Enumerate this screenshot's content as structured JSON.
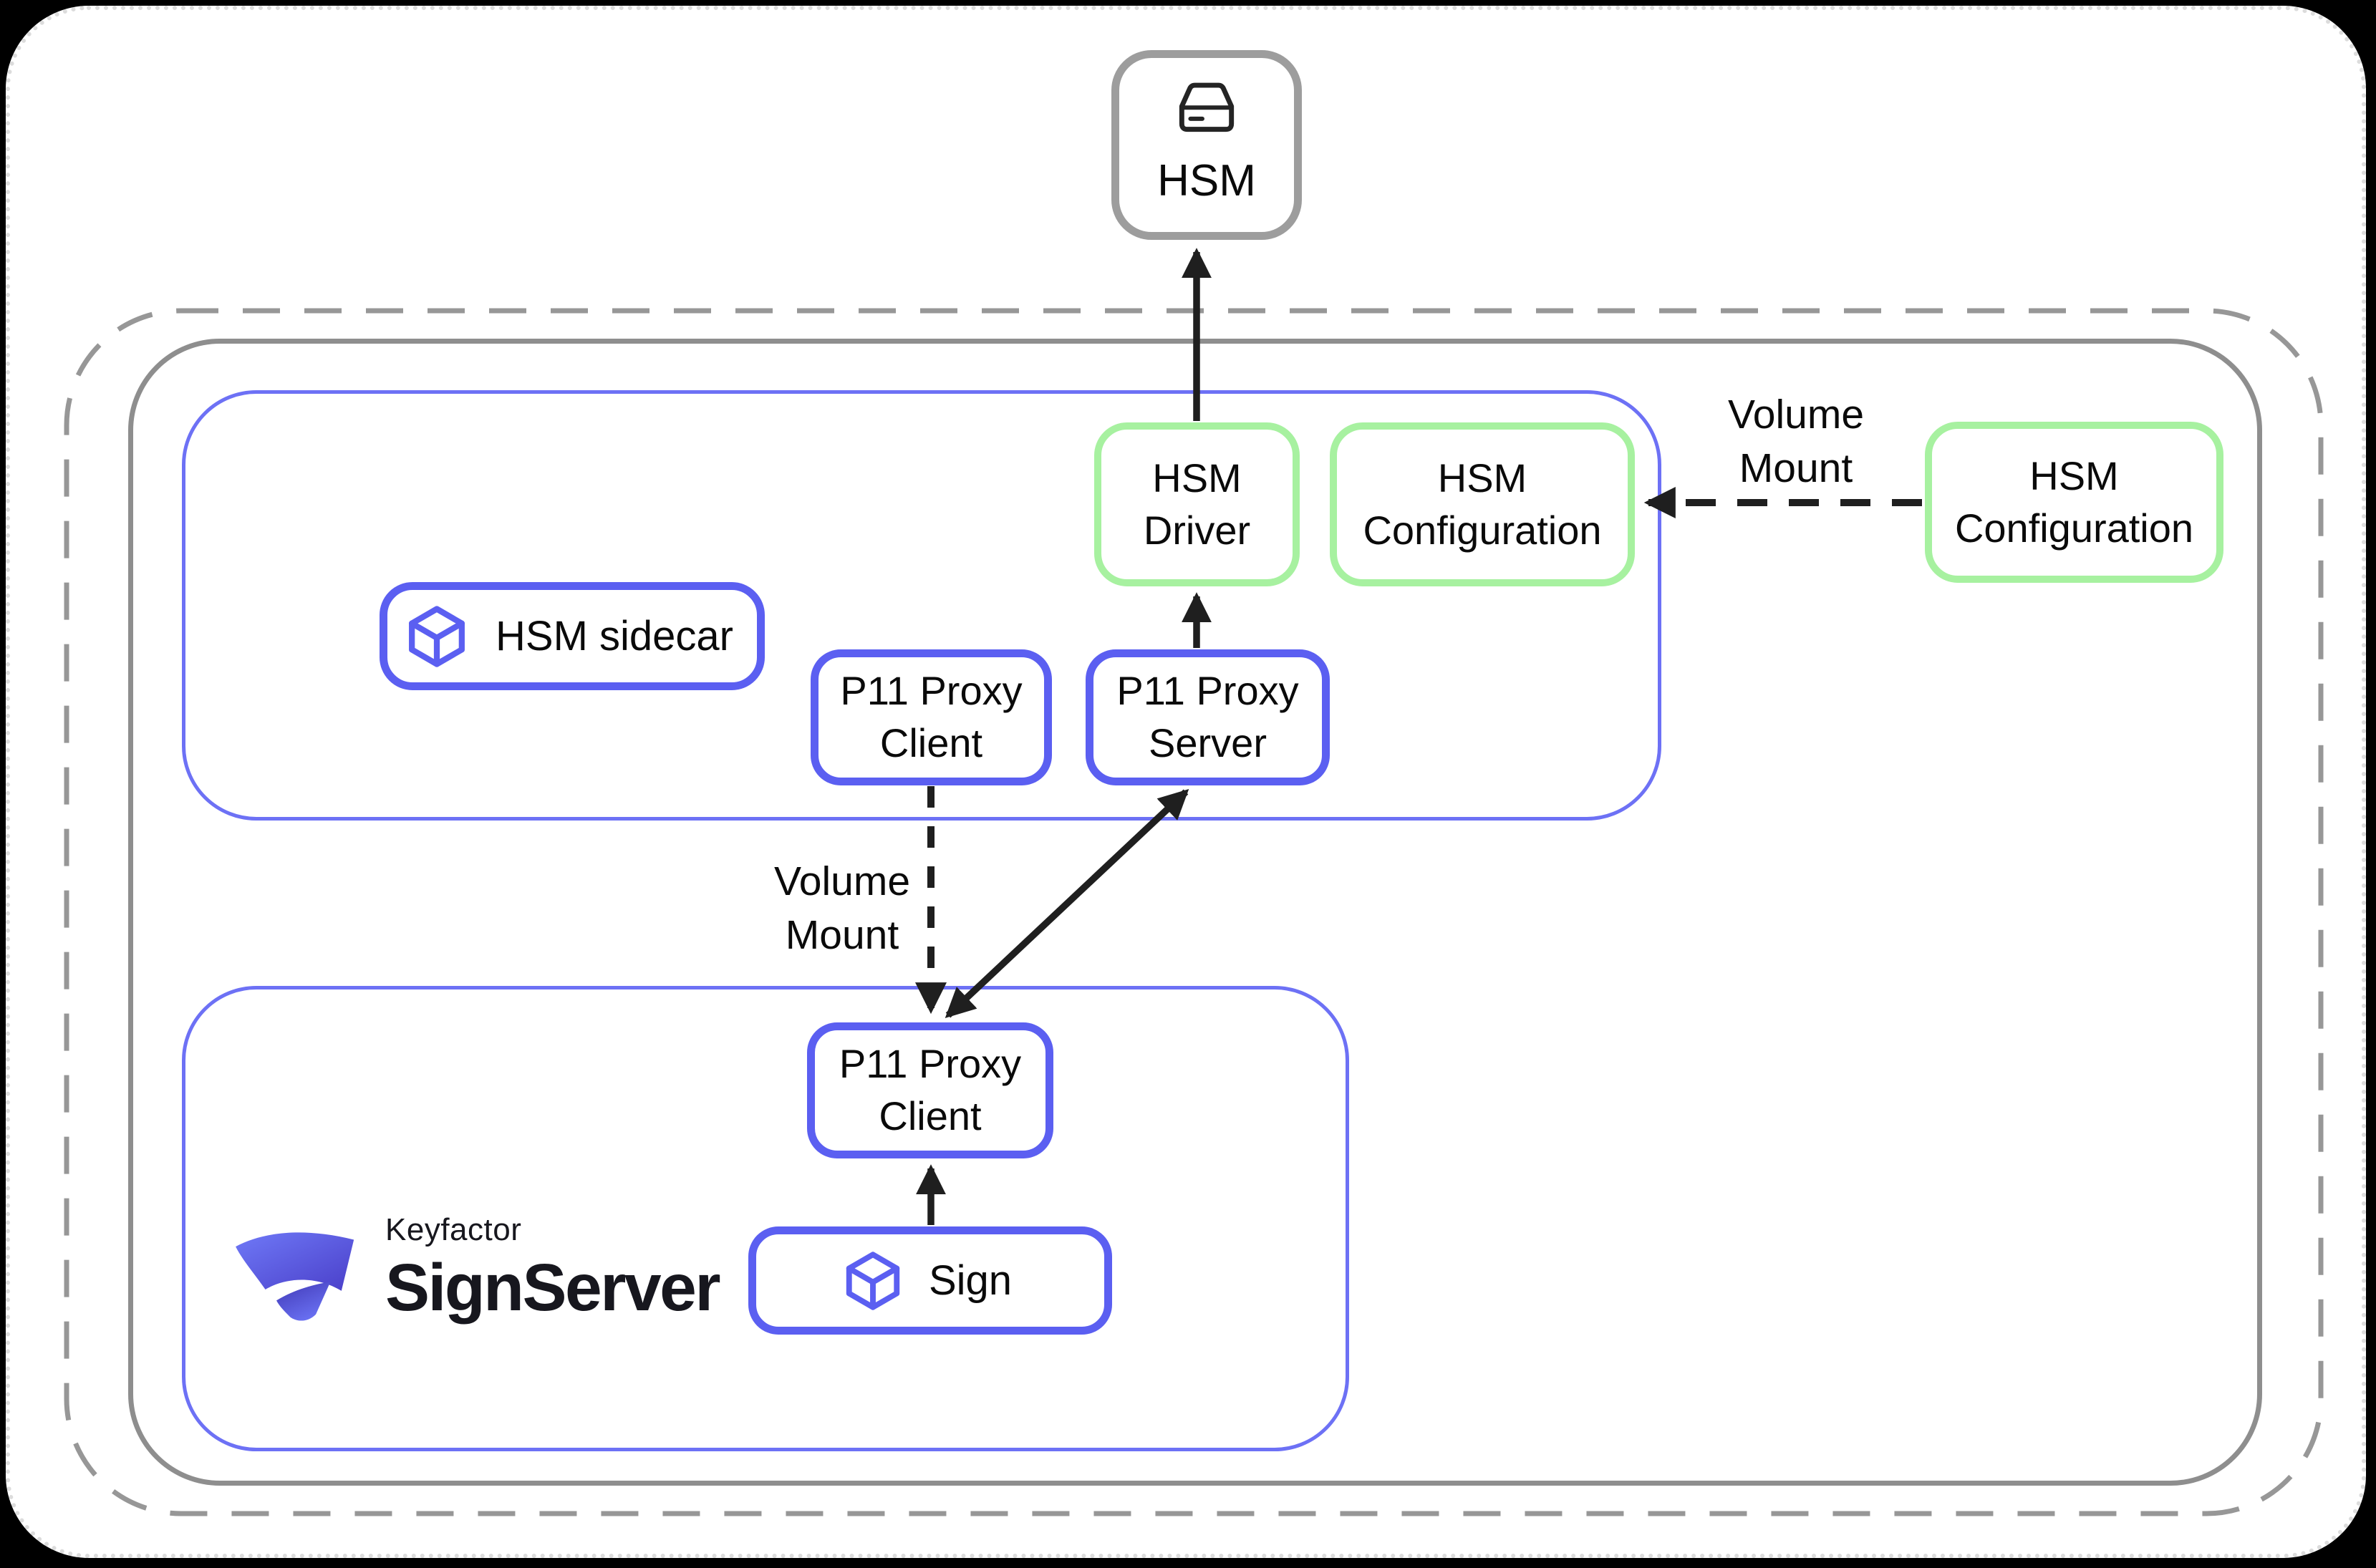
{
  "diagram_type": "architecture-diagram",
  "colors": {
    "background": "#000000",
    "canvas": "#ffffff",
    "box_blue": "#5b5ff1",
    "pod_blue": "#6d71f5",
    "box_green": "#a7f1a0",
    "container_gray": "#8e8e8e",
    "hsm_gray": "#9d9d9d",
    "arrow": "#1f1f1f",
    "logo_dark": "#17171e",
    "logo_purple_light": "#6f79f7",
    "logo_purple_dark": "#4a3fc9"
  },
  "nodes": {
    "hsm": {
      "label": "HSM"
    },
    "hsm_driver": {
      "label": "HSM Driver"
    },
    "hsm_configuration_sidecar": {
      "label": "HSM Configuration"
    },
    "hsm_configuration_external": {
      "label": "HSM Configuration"
    },
    "hsm_sidecar": {
      "label": "HSM sidecar"
    },
    "p11_proxy_client_sidecar": {
      "label": "P11 Proxy Client"
    },
    "p11_proxy_server": {
      "label": "P11 Proxy Server"
    },
    "p11_proxy_client_signserver": {
      "label": "P11 Proxy Client"
    },
    "sign": {
      "label": "Sign"
    }
  },
  "labels": {
    "volume_mount_external": "Volume Mount",
    "volume_mount_internal": "Volume Mount"
  },
  "logo": {
    "company": "Keyfactor",
    "product": "SignServer"
  },
  "edges": [
    {
      "from": "hsm_driver",
      "to": "hsm",
      "style": "solid",
      "label": ""
    },
    {
      "from": "p11_proxy_server",
      "to": "hsm_driver",
      "style": "solid",
      "label": ""
    },
    {
      "from": "hsm_configuration_external",
      "to": "hsm_configuration_sidecar",
      "style": "dashed",
      "label": "Volume Mount"
    },
    {
      "from": "p11_proxy_client_sidecar",
      "to": "p11_proxy_client_signserver",
      "style": "dashed",
      "label": "Volume Mount"
    },
    {
      "from": "p11_proxy_client_signserver",
      "to": "p11_proxy_server",
      "style": "solid-bidirectional",
      "label": ""
    },
    {
      "from": "sign",
      "to": "p11_proxy_client_signserver",
      "style": "solid",
      "label": ""
    }
  ]
}
